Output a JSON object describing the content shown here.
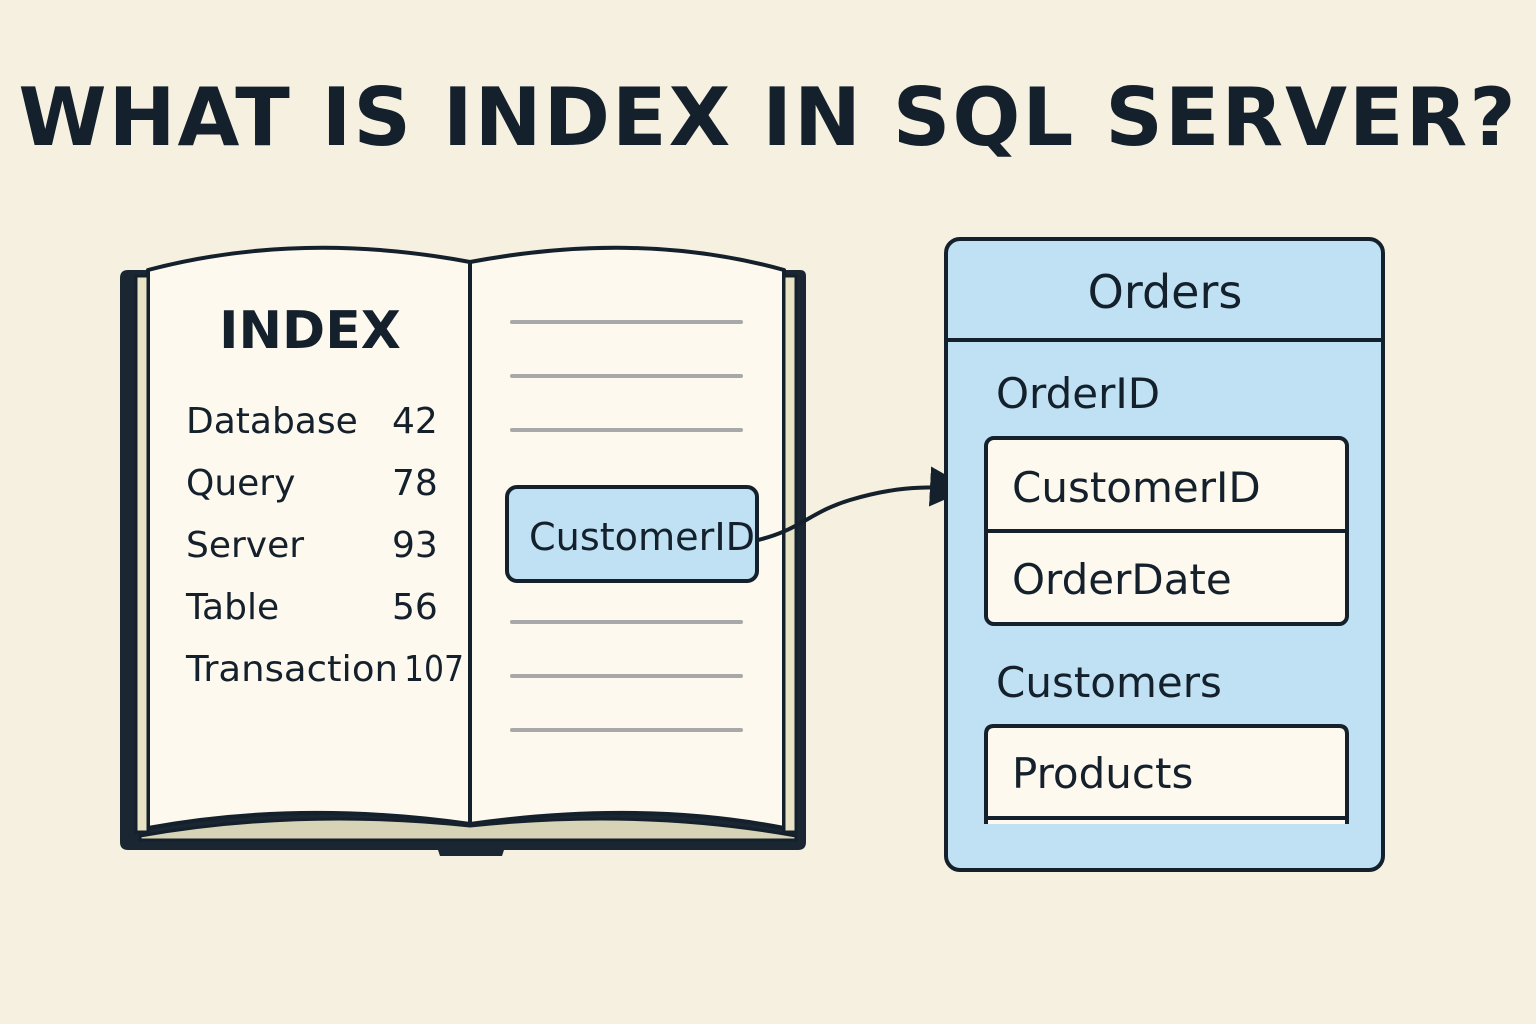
{
  "title": "WHAT IS INDEX IN SQL SERVER?",
  "book": {
    "heading": "INDEX",
    "entries": [
      {
        "term": "Database",
        "page": "42"
      },
      {
        "term": "Query",
        "page": "78"
      },
      {
        "term": "Server",
        "page": "93"
      },
      {
        "term": "Table",
        "page": "56"
      },
      {
        "term": "Transaction",
        "page": "107"
      }
    ],
    "highlight": "CustomerID"
  },
  "table": {
    "name": "Orders",
    "column_1": "OrderID",
    "field_1": "CustomerID",
    "field_2": "OrderDate",
    "column_2": "Customers",
    "field_3": "Products"
  },
  "colors": {
    "background": "#f6f0e0",
    "ink": "#14202b",
    "highlight": "#bfe1f3",
    "page": "#fdf9ee",
    "text_line": "#a8a8a8"
  }
}
